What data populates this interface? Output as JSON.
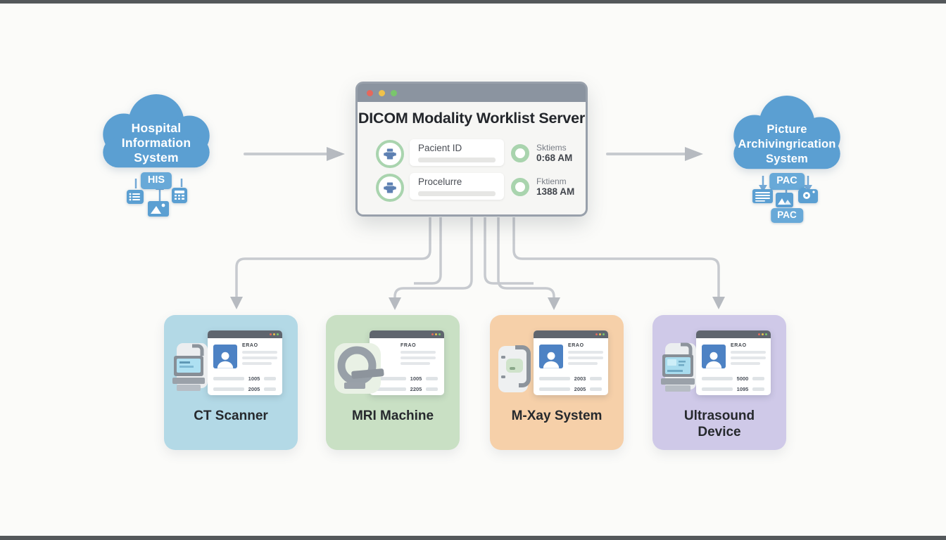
{
  "colors": {
    "background": "#fbfbf9",
    "frame": "#54585b",
    "arrow": "#c7cacf",
    "arrowhead": "#b6bac0",
    "cloud_connector": "#74a9d6"
  },
  "his_cloud": {
    "name": "Hospital Information System",
    "lines": [
      "Hospital",
      "Information",
      "System"
    ],
    "badge": "HIS",
    "color": "#5b9fd2",
    "badge_color": "#68a9d8",
    "icons": [
      "list-icon",
      "image-icon",
      "calculator-icon"
    ]
  },
  "pacs_cloud": {
    "name": "Picture Archivingrication System",
    "lines": [
      "Picture",
      "Archivingrication",
      "System"
    ],
    "badge_top": "PAC",
    "badge_bottom": "PAC",
    "color": "#5b9fd2",
    "badge_color": "#68a9d8",
    "icons": [
      "document-icon",
      "image-icon",
      "camera-icon"
    ]
  },
  "server_window": {
    "title": "DICOM Modality Worklist Server",
    "titlebar_color": "#8b94a0",
    "traffic_lights": [
      "#e5685c",
      "#f0c24a",
      "#79c66c"
    ],
    "ring_color": "#a9d4ae",
    "fields": [
      {
        "label": "Pacient ID"
      },
      {
        "label": "Procelurre"
      }
    ],
    "statuses": [
      {
        "line1": "Sktiems",
        "line2": "0:68 AM"
      },
      {
        "line1": "Fktienm",
        "line2": "1388 AM"
      }
    ]
  },
  "modalities": [
    {
      "name": "CT Scanner",
      "bg": "#b3d9e6",
      "icon": "ct-scanner-icon",
      "card": {
        "header": "ERAO",
        "rows": [
          "1005",
          "2005"
        ]
      }
    },
    {
      "name": "MRI Machine",
      "bg": "#c9e0c4",
      "icon": "mri-machine-icon",
      "card": {
        "header": "FRAO",
        "rows": [
          "1005",
          "2205"
        ]
      }
    },
    {
      "name": "M-Xay System",
      "bg": "#f6d0a9",
      "icon": "xray-machine-icon",
      "card": {
        "header": "ERAO",
        "rows": [
          "2003",
          "2005"
        ]
      }
    },
    {
      "name": "Ultrasound Device",
      "bg": "#cfc9e8",
      "icon": "ultrasound-icon",
      "card": {
        "header": "ERAO",
        "rows": [
          "5000",
          "1095"
        ]
      }
    }
  ]
}
